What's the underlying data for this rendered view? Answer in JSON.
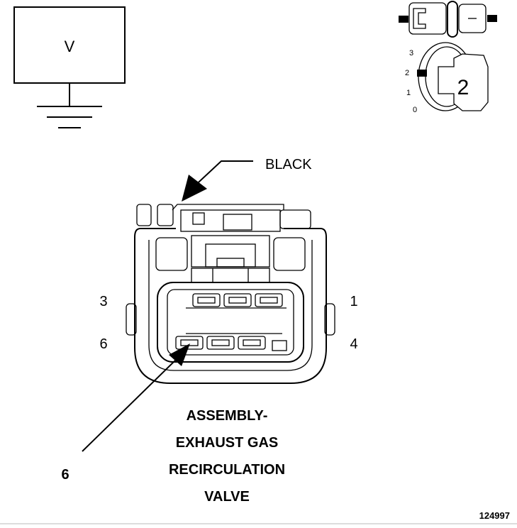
{
  "ground_symbol": {
    "box_label": "V"
  },
  "view_indicator": {
    "scale_labels": [
      "3",
      "2",
      "1",
      "0"
    ],
    "view_number": "2"
  },
  "connector": {
    "color_label": "BLACK",
    "pins": {
      "top_left": "3",
      "top_right": "1",
      "bottom_left": "6",
      "bottom_right": "4"
    },
    "callout_pin": "6"
  },
  "caption": {
    "line1": "ASSEMBLY-",
    "line2": "EXHAUST GAS",
    "line3": "RECIRCULATION",
    "line4": "VALVE"
  },
  "figure_id": "124997"
}
